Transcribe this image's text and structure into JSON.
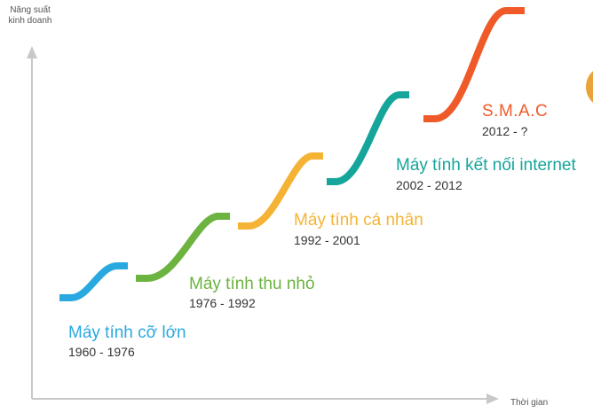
{
  "axes": {
    "y_label_line1": "Năng suất",
    "y_label_line2": "kinh doanh",
    "x_label": "Thời gian",
    "axis_color": "#c8c8c8"
  },
  "eras": [
    {
      "name": "Máy tính cỡ lớn",
      "years": "1960 - 1976",
      "color": "#29a9e0"
    },
    {
      "name": "Máy tính thu nhỏ",
      "years": "1976 - 1992",
      "color": "#6cb33f"
    },
    {
      "name": "Máy tính cá nhân",
      "years": "1992 - 2001",
      "color": "#f5b335"
    },
    {
      "name": "Máy tính kết nối internet",
      "years": "2002 - 2012",
      "color": "#16a59a"
    },
    {
      "name": "S.M.A.C",
      "years": "2012 - ?",
      "color": "#f05a28"
    }
  ],
  "partial_circle_color": "#e8a33a"
}
